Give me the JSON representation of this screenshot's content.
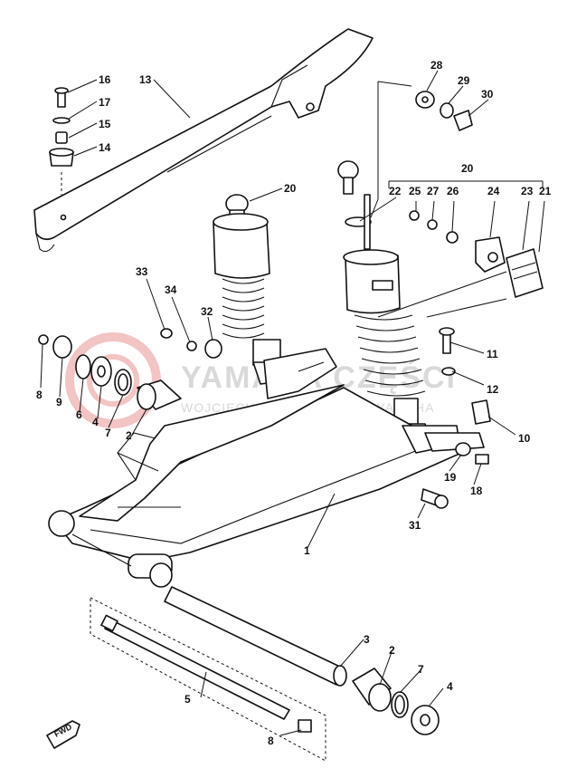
{
  "watermark": {
    "brand": "YAMAHA CZĘŚCI",
    "dealer": "WOJCIECHOWICZ - DEALER YAMAHA"
  },
  "fwd_mark": "FWD",
  "callouts": [
    {
      "id": "c1",
      "label": "1"
    },
    {
      "id": "c2a",
      "label": "2"
    },
    {
      "id": "c2b",
      "label": "2"
    },
    {
      "id": "c3",
      "label": "3"
    },
    {
      "id": "c4a",
      "label": "4"
    },
    {
      "id": "c4b",
      "label": "4"
    },
    {
      "id": "c5",
      "label": "5"
    },
    {
      "id": "c6",
      "label": "6"
    },
    {
      "id": "c7a",
      "label": "7"
    },
    {
      "id": "c7b",
      "label": "7"
    },
    {
      "id": "c8a",
      "label": "8"
    },
    {
      "id": "c8b",
      "label": "8"
    },
    {
      "id": "c9",
      "label": "9"
    },
    {
      "id": "c10",
      "label": "10"
    },
    {
      "id": "c11",
      "label": "11"
    },
    {
      "id": "c12",
      "label": "12"
    },
    {
      "id": "c13",
      "label": "13"
    },
    {
      "id": "c14",
      "label": "14"
    },
    {
      "id": "c15",
      "label": "15"
    },
    {
      "id": "c16",
      "label": "16"
    },
    {
      "id": "c17",
      "label": "17"
    },
    {
      "id": "c18",
      "label": "18"
    },
    {
      "id": "c19",
      "label": "19"
    },
    {
      "id": "c20a",
      "label": "20"
    },
    {
      "id": "c20b",
      "label": "20"
    },
    {
      "id": "c21",
      "label": "21"
    },
    {
      "id": "c22",
      "label": "22"
    },
    {
      "id": "c23",
      "label": "23"
    },
    {
      "id": "c24",
      "label": "24"
    },
    {
      "id": "c25",
      "label": "25"
    },
    {
      "id": "c26",
      "label": "26"
    },
    {
      "id": "c27",
      "label": "27"
    },
    {
      "id": "c28",
      "label": "28"
    },
    {
      "id": "c29",
      "label": "29"
    },
    {
      "id": "c30",
      "label": "30"
    },
    {
      "id": "c31",
      "label": "31"
    },
    {
      "id": "c32",
      "label": "32"
    },
    {
      "id": "c33",
      "label": "33"
    },
    {
      "id": "c34",
      "label": "34"
    }
  ]
}
